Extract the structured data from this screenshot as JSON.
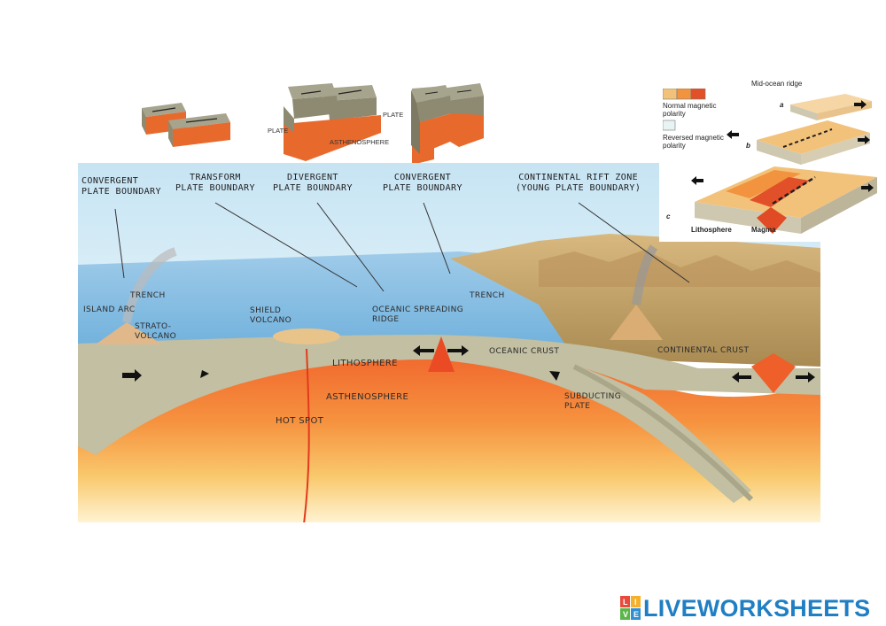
{
  "labels": {
    "convergent1": "CONVERGENT\nPLATE BOUNDARY",
    "transform": "TRANSFORM\nPLATE BOUNDARY",
    "divergent": "DIVERGENT\nPLATE BOUNDARY",
    "convergent2": "CONVERGENT\nPLATE BOUNDARY",
    "rift": "CONTINENTAL RIFT ZONE\n(YOUNG PLATE BOUNDARY)",
    "trench1": "TRENCH",
    "island_arc": "ISLAND ARC",
    "strato": "STRATO-\nVOLCANO",
    "shield": "SHIELD\nVOLCANO",
    "ridge": "OCEANIC SPREADING\nRIDGE",
    "trench2": "TRENCH",
    "lithosphere": "LITHOSPHERE",
    "oceanic_crust": "OCEANIC CRUST",
    "continental_crust": "CONTINENTAL CRUST",
    "asthenosphere": "ASTHENOSPHERE",
    "hot_spot": "HOT SPOT",
    "subducting": "SUBDUCTING\nPLATE"
  },
  "block_labels": {
    "plate_left": "PLATE",
    "plate_right": "PLATE",
    "asthenosphere": "ASTHENOSPHERE"
  },
  "inset": {
    "title": "Mid-ocean ridge",
    "normal": "Normal magnetic\npolarity",
    "reversed": "Reversed magnetic\npolarity",
    "a": "a",
    "b": "b",
    "c": "c",
    "lithosphere": "Lithosphere",
    "magma": "Magma"
  },
  "brand": {
    "name": "LIVEWORKSHEETS",
    "logo_letters": [
      "L",
      "I",
      "V",
      "E"
    ]
  },
  "colors": {
    "sky": "#b9dbef",
    "ocean": "#8dc3e6",
    "lithosphere": "#c2bfa2",
    "asthenosphere": "#f06b2f",
    "mantle_light": "#f8c96c",
    "brand": "#1f7fc4"
  }
}
